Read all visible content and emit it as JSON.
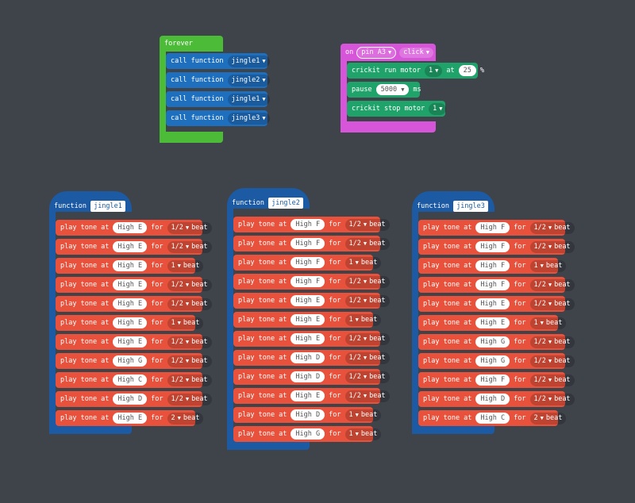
{
  "forever": {
    "label": "forever",
    "calls": [
      {
        "label": "call function",
        "fn": "jingle1"
      },
      {
        "label": "call function",
        "fn": "jingle2"
      },
      {
        "label": "call function",
        "fn": "jingle1"
      },
      {
        "label": "call function",
        "fn": "jingle3"
      }
    ]
  },
  "on_pin": {
    "on_label": "on",
    "pin": "pin A3",
    "event": "click",
    "run_label": "crickit run motor",
    "run_motor": "1",
    "at_label": "at",
    "speed": "25",
    "percent": "%",
    "pause_label": "pause",
    "pause_value": "5000",
    "ms_label": "ms",
    "stop_label": "crickit stop motor",
    "stop_motor": "1"
  },
  "tone": {
    "play_label": "play tone at",
    "for_label": "for",
    "beat_label": "beat"
  },
  "functions": [
    {
      "label": "function",
      "name": "jingle1",
      "tones": [
        {
          "note": "High E",
          "dur": "1/2"
        },
        {
          "note": "High E",
          "dur": "1/2"
        },
        {
          "note": "High E",
          "dur": "1"
        },
        {
          "note": "High E",
          "dur": "1/2"
        },
        {
          "note": "High E",
          "dur": "1/2"
        },
        {
          "note": "High E",
          "dur": "1"
        },
        {
          "note": "High E",
          "dur": "1/2"
        },
        {
          "note": "High G",
          "dur": "1/2"
        },
        {
          "note": "High C",
          "dur": "1/2"
        },
        {
          "note": "High D",
          "dur": "1/2"
        },
        {
          "note": "High E",
          "dur": "2"
        }
      ]
    },
    {
      "label": "function",
      "name": "jingle2",
      "tones": [
        {
          "note": "High F",
          "dur": "1/2"
        },
        {
          "note": "High F",
          "dur": "1/2"
        },
        {
          "note": "High F",
          "dur": "1"
        },
        {
          "note": "High F",
          "dur": "1/2"
        },
        {
          "note": "High E",
          "dur": "1/2"
        },
        {
          "note": "High E",
          "dur": "1"
        },
        {
          "note": "High E",
          "dur": "1/2"
        },
        {
          "note": "High D",
          "dur": "1/2"
        },
        {
          "note": "High D",
          "dur": "1/2"
        },
        {
          "note": "High E",
          "dur": "1/2"
        },
        {
          "note": "High D",
          "dur": "1"
        },
        {
          "note": "High G",
          "dur": "1"
        }
      ]
    },
    {
      "label": "function",
      "name": "jingle3",
      "tones": [
        {
          "note": "High F",
          "dur": "1/2"
        },
        {
          "note": "High F",
          "dur": "1/2"
        },
        {
          "note": "High F",
          "dur": "1"
        },
        {
          "note": "High F",
          "dur": "1/2"
        },
        {
          "note": "High E",
          "dur": "1/2"
        },
        {
          "note": "High E",
          "dur": "1"
        },
        {
          "note": "High G",
          "dur": "1/2"
        },
        {
          "note": "High G",
          "dur": "1/2"
        },
        {
          "note": "High F",
          "dur": "1/2"
        },
        {
          "note": "High D",
          "dur": "1/2"
        },
        {
          "note": "High C",
          "dur": "2"
        }
      ]
    }
  ]
}
